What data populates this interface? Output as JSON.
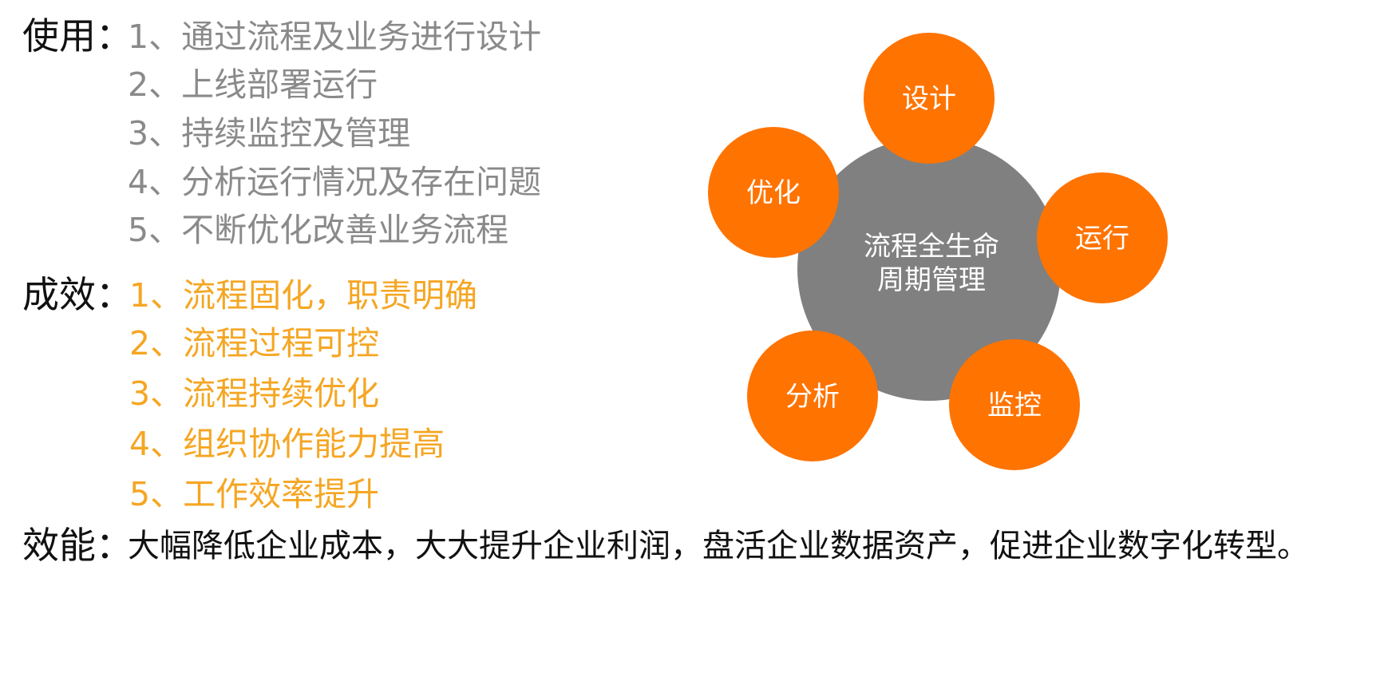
{
  "usage": {
    "label": "使用：",
    "items": [
      "1、通过流程及业务进行设计",
      "2、上线部署运行",
      "3、持续监控及管理",
      "4、分析运行情况及存在问题",
      "5、不断优化改善业务流程"
    ]
  },
  "effects": {
    "label": "成效：",
    "items": [
      "1、流程固化，职责明确",
      "2、流程过程可控",
      "3、流程持续优化",
      "4、组织协作能力提高",
      "5、工作效率提升"
    ]
  },
  "performance": {
    "label": "效能：",
    "text": "大幅降低企业成本，大大提升企业利润，盘活企业数据资产，促进企业数字化转型。"
  },
  "diagram": {
    "center_line1": "流程全生命",
    "center_line2": "周期管理",
    "nodes": [
      "设计",
      "运行",
      "监控",
      "分析",
      "优化"
    ],
    "colors": {
      "center": "#808080",
      "node": "#ff7300",
      "node_text": "#ffffff"
    }
  }
}
